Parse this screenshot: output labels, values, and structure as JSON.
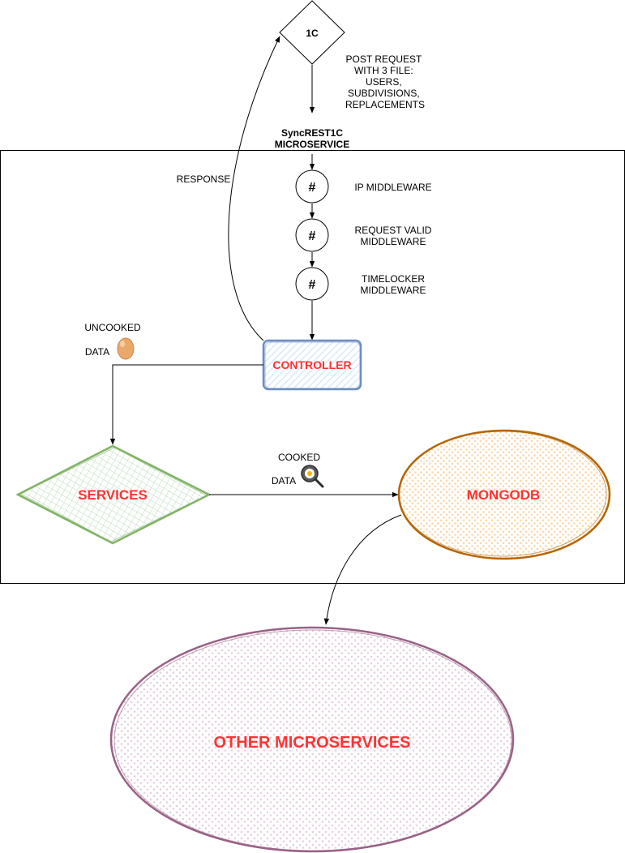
{
  "nodes": {
    "source": {
      "label": "1C"
    },
    "microservice": {
      "line1": "SyncREST1C",
      "line2": "MICROSERVICE"
    },
    "post_request": {
      "lines": [
        "POST REQUEST",
        "WITH 3 FILE:",
        "USERS,",
        "SUBDIVISIONS,",
        "REPLACEMENTS"
      ]
    },
    "response": {
      "label": "RESPONSE"
    },
    "middleware": [
      {
        "symbol": "#",
        "lines": [
          "IP MIDDLEWARE"
        ]
      },
      {
        "symbol": "#",
        "lines": [
          "REQUEST VALID",
          "MIDDLEWARE"
        ]
      },
      {
        "symbol": "#",
        "lines": [
          "TIMELOCKER",
          "MIDDLEWARE"
        ]
      }
    ],
    "controller": {
      "label": "CONTROLLER"
    },
    "uncooked": {
      "line1": "UNCOOKED",
      "line2": "DATA"
    },
    "services": {
      "label": "SERVICES"
    },
    "cooked": {
      "line1": "COOKED",
      "line2": "DATA"
    },
    "mongodb": {
      "label": "MONGODB"
    },
    "other": {
      "label": "OTHER MICROSERVICES"
    }
  },
  "colors": {
    "controller_stroke": "#6c8ebf",
    "controller_fill": "#dae8fc",
    "services_stroke": "#82b366",
    "services_fill": "#d5e8d4",
    "mongodb_stroke": "#b46504",
    "mongodb_fill": "#fad7ac",
    "other_stroke": "#996185",
    "other_fill": "#e6d0de",
    "accent_text": "#ff3333"
  },
  "icons": [
    "egg-icon",
    "frying-pan-icon"
  ]
}
